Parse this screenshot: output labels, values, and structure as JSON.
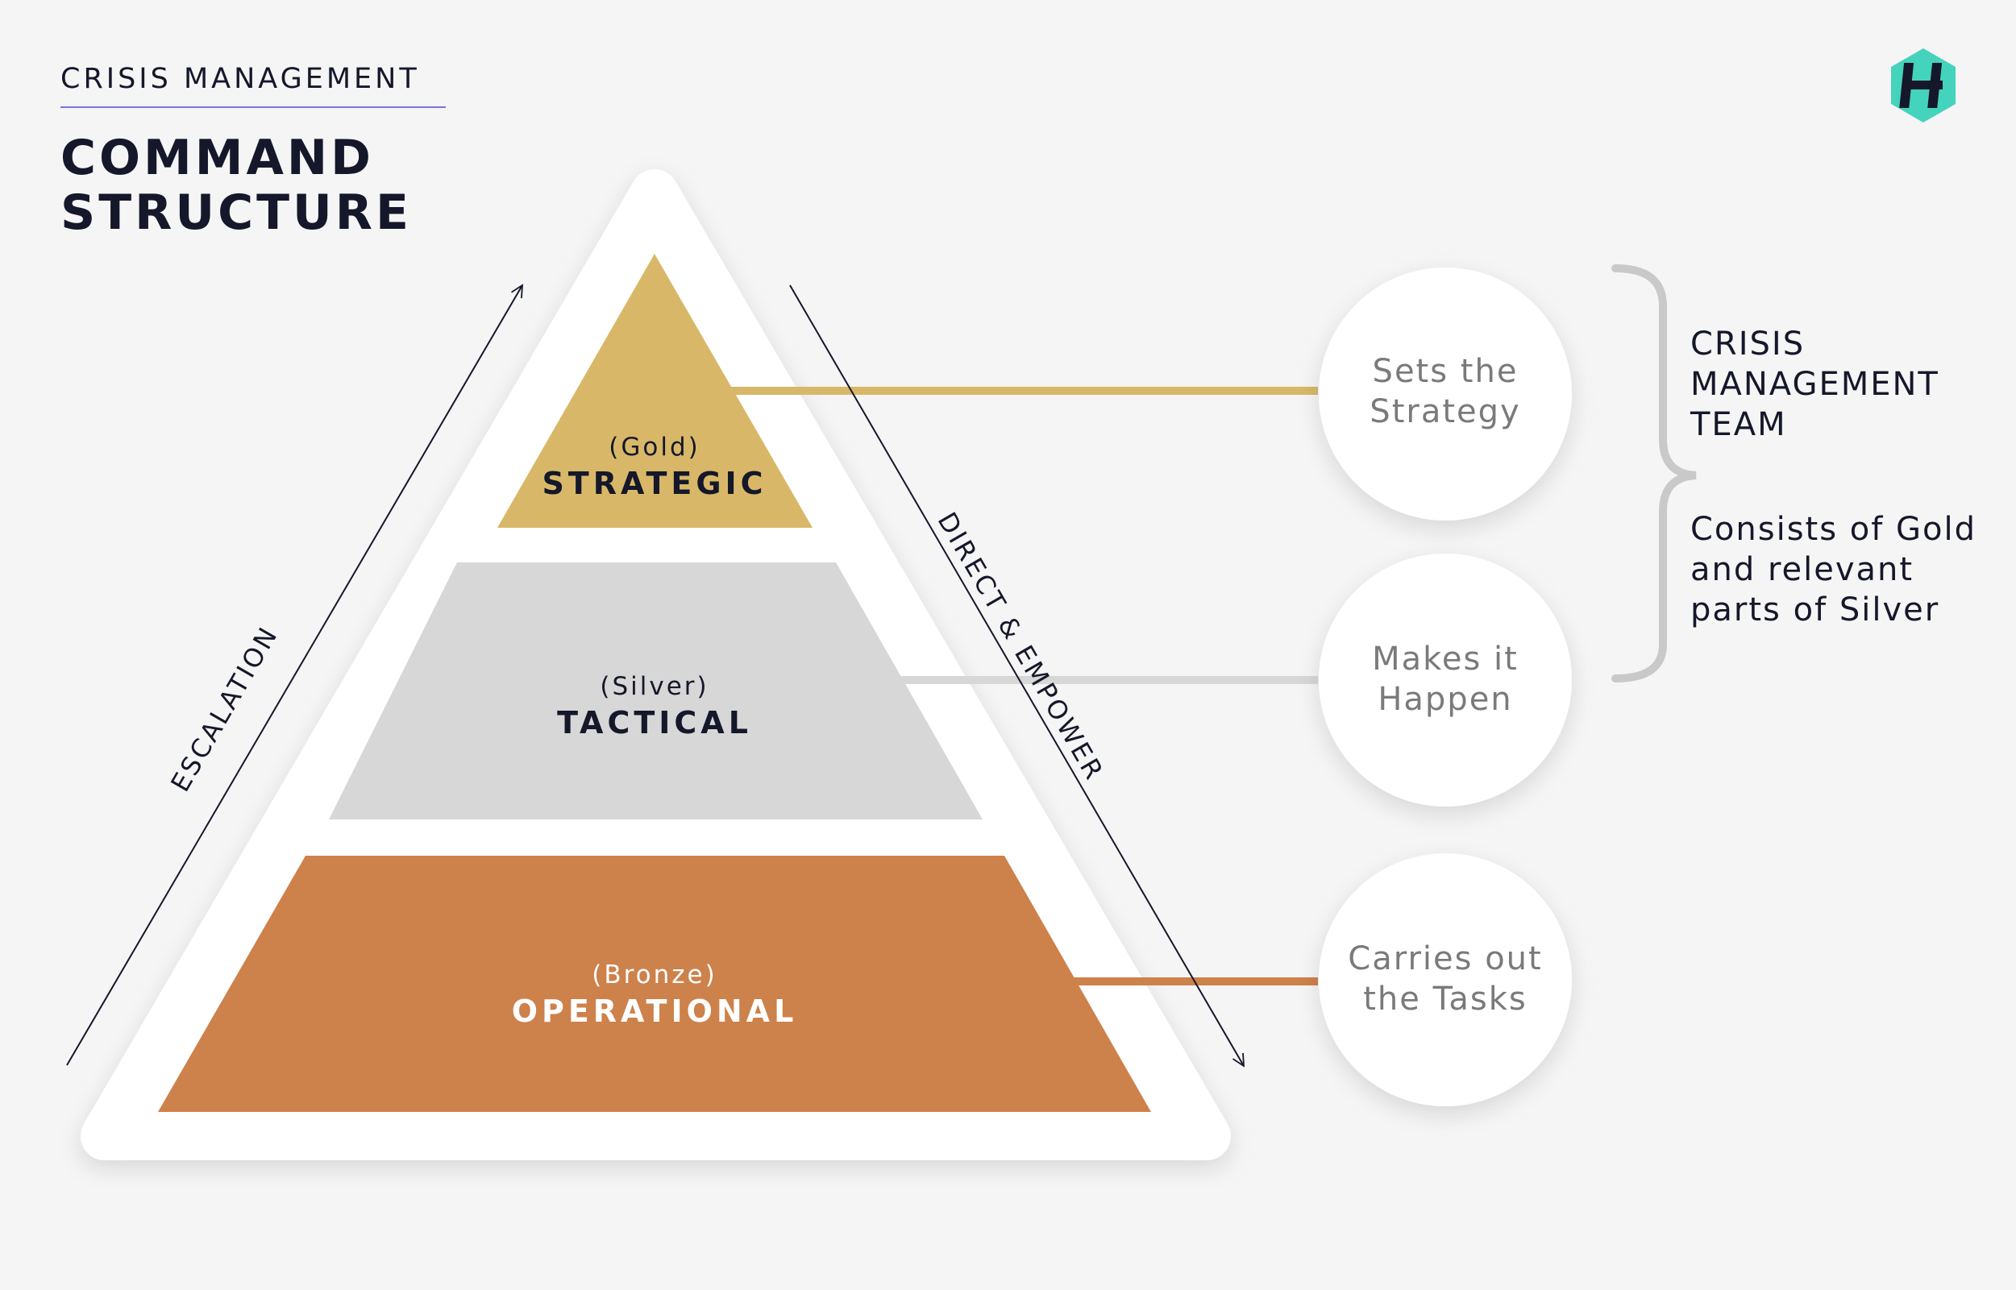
{
  "header": {
    "eyebrow": "CRISIS MANAGEMENT",
    "title": "COMMAND\nSTRUCTURE"
  },
  "logo": {
    "icon": "hexagon-h-logo-icon",
    "color": "#44d3bd"
  },
  "pyramid": {
    "tiers": [
      {
        "tag": "(Gold)",
        "name": "STRATEGIC",
        "color": "#d8b868"
      },
      {
        "tag": "(Silver)",
        "name": "TACTICAL",
        "color": "#d7d7d7"
      },
      {
        "tag": "(Bronze)",
        "name": "OPERATIONAL",
        "color": "#cd814b"
      }
    ],
    "escalation_label": "ESCALATION",
    "direct_label": "DIRECT & EMPOWER"
  },
  "roles": [
    {
      "text": "Sets the\nStrategy"
    },
    {
      "text": "Makes it\nHappen"
    },
    {
      "text": "Carries out\nthe Tasks"
    }
  ],
  "team": {
    "label": "CRISIS\nMANAGEMENT\nTEAM",
    "description": "Consists of Gold\nand relevant\nparts of Silver",
    "brace_color": "#c9c9c9"
  }
}
